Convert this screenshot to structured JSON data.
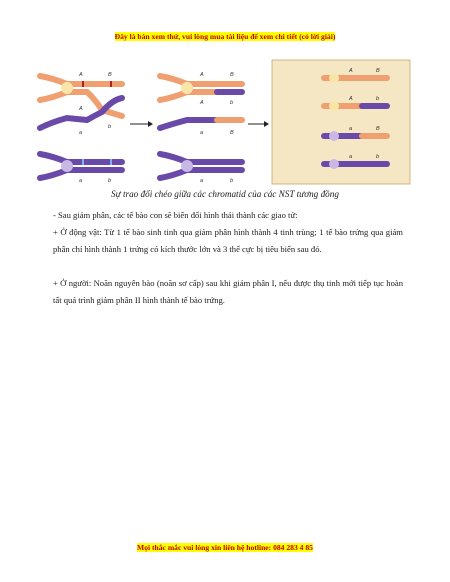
{
  "header": {
    "notice": "Đây là bản xem thử, vui lòng mua tài liệu để xem chi tiết (có lời giải)"
  },
  "figure": {
    "caption": "Sự trao đổi chéo giữa các chromatid của các NST tương đồng",
    "labels": {
      "A": "A",
      "B": "B",
      "a": "a",
      "b": "b"
    },
    "colors": {
      "paternal": "#f0a070",
      "maternal": "#6a4aa8",
      "centromere_light": "#f7e6a8",
      "centromere_dark": "#c9b8e6",
      "marker": "#b02020",
      "panel_bg": "#f5e6c4"
    }
  },
  "content": {
    "paragraph_1": "- Sau giảm phân, các tế bào con sẽ biến đổi hình thái thành các giao tử:",
    "paragraph_2": "+ Ở động vật: Từ 1 tế bào sinh tinh qua giảm phân hình thành 4 tinh trùng; 1 tế bào trứng qua giảm phân chỉ hình thành 1 trứng có kích thước lớn và 3 thể cực bị tiêu biến sau đó.",
    "paragraph_3": "+ Ở người: Noãn nguyên bào (noãn sơ cấp) sau khi giảm phân I, nếu được thụ tinh mới tiếp tục hoàn tất quá trình giảm phân II hình thành tế bào trứng."
  },
  "footer": {
    "hotline": "Mọi thắc mắc vui lòng xin liên hệ hotline: 084 283 4 85"
  }
}
